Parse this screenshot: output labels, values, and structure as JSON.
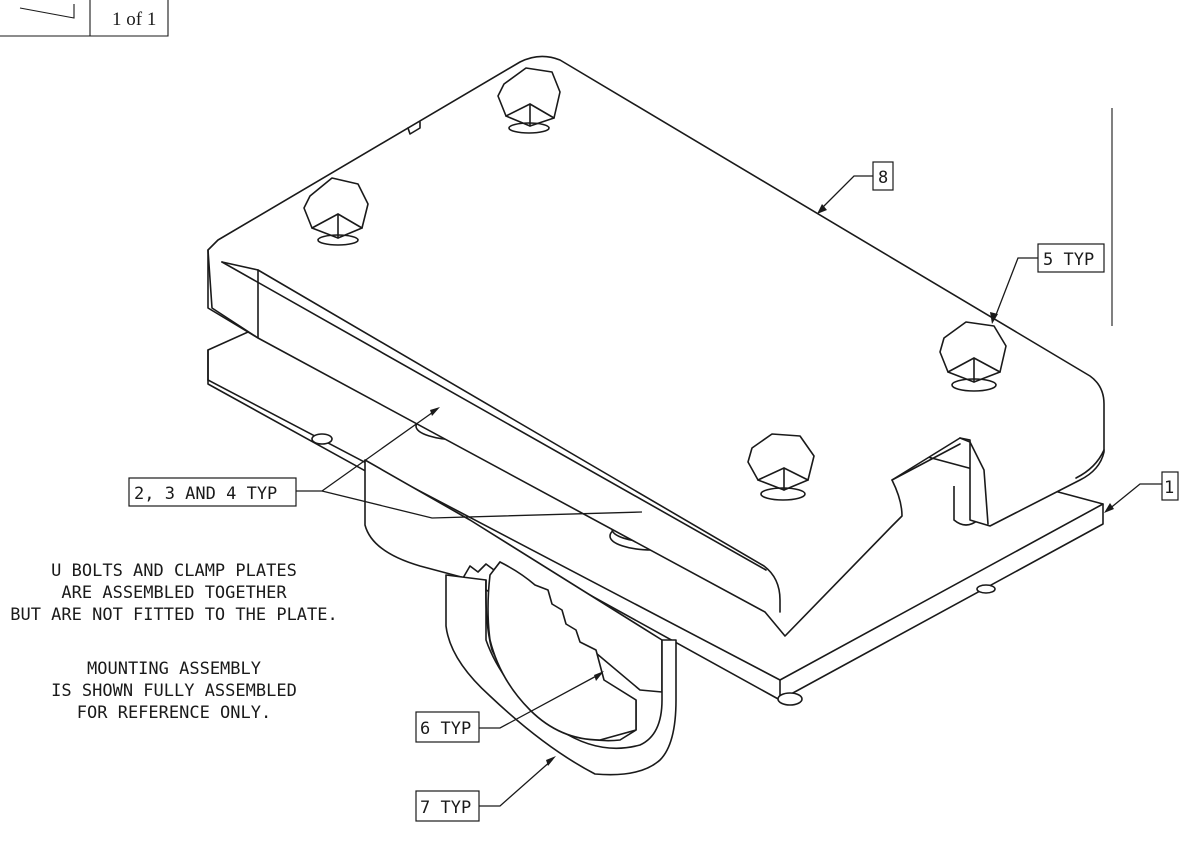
{
  "title_block": {
    "sheet": "1 of 1"
  },
  "callouts": {
    "item_8": "8",
    "item_5": "5 TYP",
    "item_1": "1",
    "item_234": "2, 3 AND 4 TYP",
    "item_6": "6 TYP",
    "item_7": "7 TYP"
  },
  "notes": {
    "note1": [
      "U BOLTS AND CLAMP PLATES",
      "ARE ASSEMBLED TOGETHER",
      "BUT ARE NOT FITTED TO THE PLATE."
    ],
    "note2": [
      "MOUNTING ASSEMBLY",
      "IS SHOWN FULLY ASSEMBLED",
      "FOR REFERENCE ONLY."
    ]
  }
}
